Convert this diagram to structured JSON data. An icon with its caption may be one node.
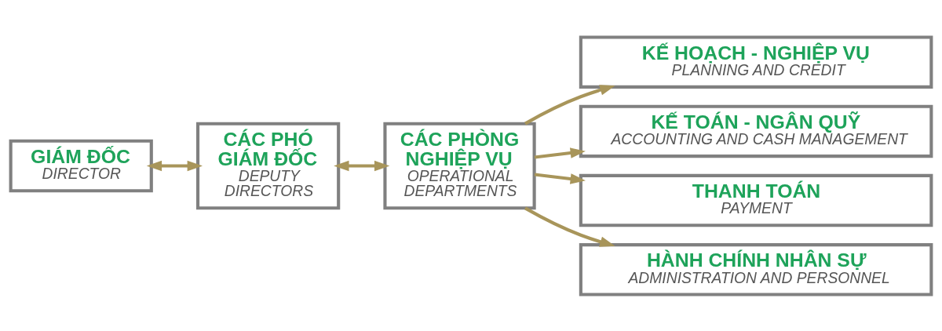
{
  "diagram": {
    "nodes": [
      {
        "text": [
          "GIÁM ĐỐC",
          "DIRECTOR"
        ]
      },
      {
        "text": [
          "CÁC PHÓ GIÁM ĐỐC",
          "DEPUTY DIRECTORS"
        ]
      },
      {
        "text": [
          "CÁC PHÒNG NGHIỆP VỤ",
          "OPERATIONAL DEPARTMENTS"
        ]
      },
      {
        "text": [
          "KẾ HOẠCH - NGHIỆP VỤ",
          "PLANNING AND CREDIT"
        ]
      },
      {
        "text": [
          "KẾ TOÁN - NGÂN QUỸ",
          "ACCOUNTING AND CASH MANAGEMENT"
        ]
      },
      {
        "text": [
          "THANH TOÁN",
          "PAYMENT"
        ]
      },
      {
        "text": [
          "HÀNH CHÍNH NHÂN SỰ",
          "ADMINISTRATION AND PERSONNEL"
        ]
      }
    ],
    "edges": [
      {
        "from": 0,
        "to": 1,
        "arrow": "both"
      },
      {
        "from": 1,
        "to": 2,
        "arrow": "both"
      },
      {
        "from": 2,
        "to": 3,
        "arrow": "to"
      },
      {
        "from": 2,
        "to": 4,
        "arrow": "to"
      },
      {
        "from": 2,
        "to": 5,
        "arrow": "to"
      },
      {
        "from": 2,
        "to": 6,
        "arrow": "to"
      }
    ]
  }
}
